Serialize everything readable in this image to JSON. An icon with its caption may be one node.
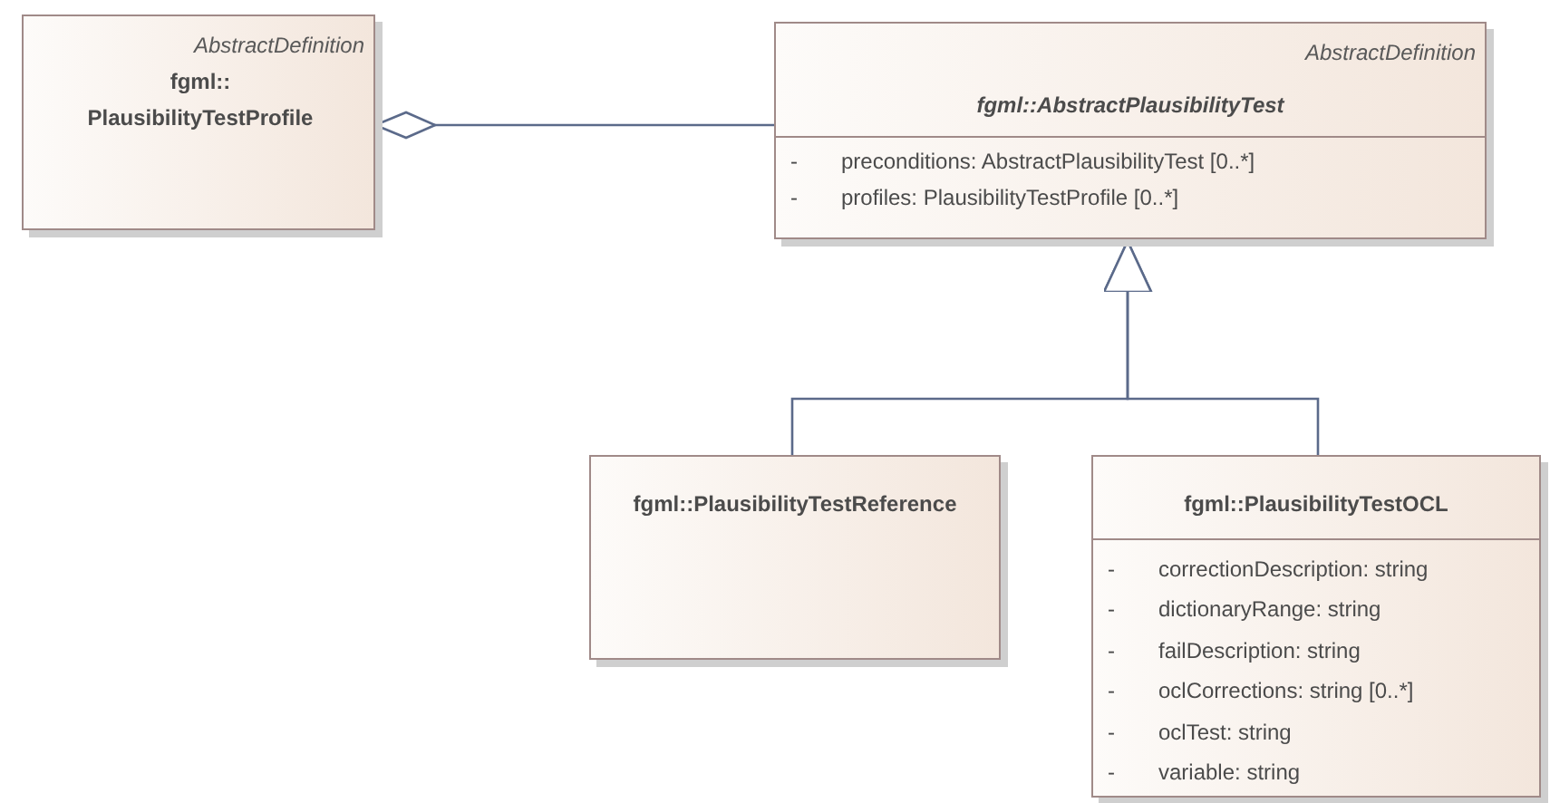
{
  "diagram": {
    "nodes": [
      {
        "text": [
          "AbstractDefinition",
          "fgml:: PlausibilityTestProfile"
        ]
      },
      {
        "text": [
          "AbstractDefinition",
          "fgml::AbstractPlausibilityTest",
          "-",
          "preconditions: AbstractPlausibilityTest [0..*]",
          "-",
          "profiles: PlausibilityTestProfile [0..*]"
        ]
      },
      {
        "text": [
          "fgml::PlausibilityTestReference"
        ]
      },
      {
        "text": [
          "fgml::PlausibilityTestOCL",
          "-",
          "correctionDescription: string",
          "-",
          "dictionaryRange: string",
          "-",
          "failDescription: string",
          "-",
          "oclCorrections: string [0..*]",
          "-",
          "oclTest: string",
          "-",
          "variable: string"
        ]
      }
    ],
    "edges": [
      {
        "from": 1,
        "to": 0,
        "arrow": "other"
      },
      {
        "from": 2,
        "to": 1,
        "arrow": "to"
      },
      {
        "from": 3,
        "to": 1,
        "arrow": "to"
      }
    ]
  }
}
